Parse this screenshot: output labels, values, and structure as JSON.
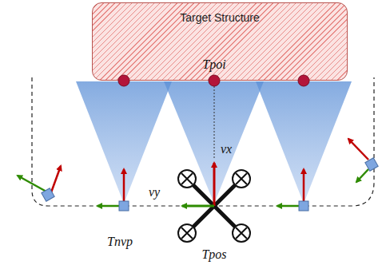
{
  "diagram": {
    "nodes": [
      {
        "text": [
          "Target Structure"
        ]
      }
    ],
    "labels": [
      "Tpoi",
      "vx",
      "vy",
      "Tnvp",
      "Tpos"
    ]
  }
}
